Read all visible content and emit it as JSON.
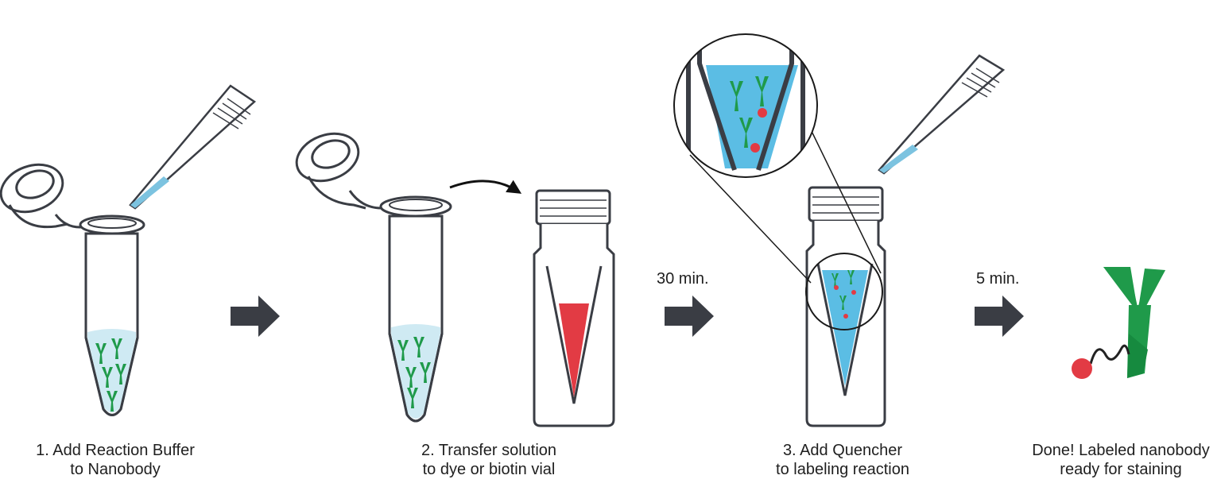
{
  "steps": [
    {
      "line1": "1. Add Reaction Buffer",
      "line2": "to Nanobody"
    },
    {
      "line1": "2. Transfer solution",
      "line2": "to dye or biotin vial"
    },
    {
      "line1": "3. Add Quencher",
      "line2": "to labeling reaction"
    },
    {
      "line1": "Done! Labeled nanobody",
      "line2": "ready for staining"
    }
  ],
  "timings": {
    "first": "30 min.",
    "second": "5 min."
  },
  "colors": {
    "outline": "#3a3d44",
    "buffer": "#cfeaf3",
    "reaction": "#5bbde4",
    "nanobody": "#1f9a4a",
    "dye": "#e23b44",
    "arrow": "#3a3d44"
  }
}
